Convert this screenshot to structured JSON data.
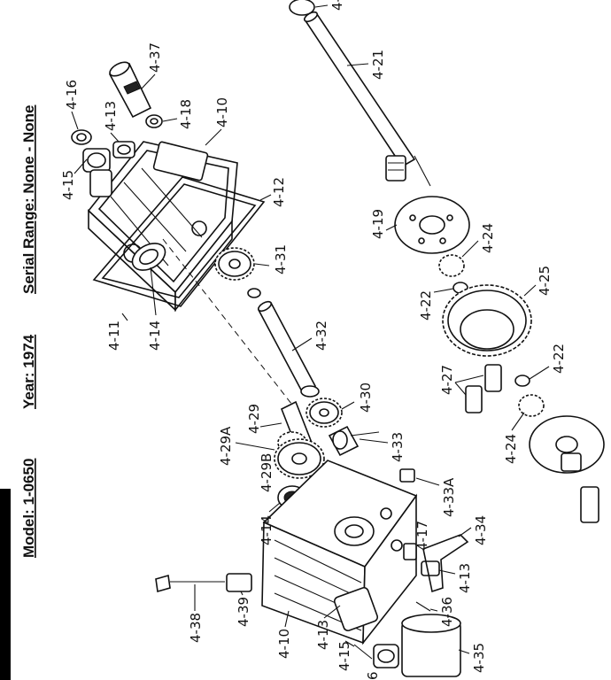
{
  "header": {
    "model": "Model: 1-0650",
    "year": "Year: 1974",
    "serial": "Serial Range: None - None"
  },
  "labels": {
    "l4_16": "4-16",
    "l4_13a": "4-13",
    "l4_37": "4-37",
    "l4_18": "4-18",
    "l4_10a": "4-10",
    "l4_15a": "4-15",
    "l4_12": "4-12",
    "l4_11": "4-11",
    "l4_14a": "4-14",
    "l4_31": "4-31",
    "l4_21": "4-21",
    "l4_19": "4-19",
    "l4_24a": "4-24",
    "l4_25": "4-25",
    "l4_22a": "4-22",
    "l4_32": "4-32",
    "l4_27": "4-27",
    "l4_22b": "4-22",
    "l4_30": "4-30",
    "l4_29": "4-29",
    "l4_29a": "4-29A",
    "l4_29b": "4-29B",
    "l4_33": "4-33",
    "l4_24b": "4-24",
    "l4_33a": "4-33A",
    "l4_14b": "4-14",
    "l4_17": "4-17",
    "l4_34": "4-34",
    "l4_13b": "4-13",
    "l4_36": "4-36",
    "l4_38": "4-38",
    "l4_39": "4-39",
    "l4_10b": "4-10",
    "l4_13c": "4-13",
    "l4_15b": "4-15",
    "l4_35": "4-35",
    "l4_6": "6",
    "l4_top": "4-"
  }
}
